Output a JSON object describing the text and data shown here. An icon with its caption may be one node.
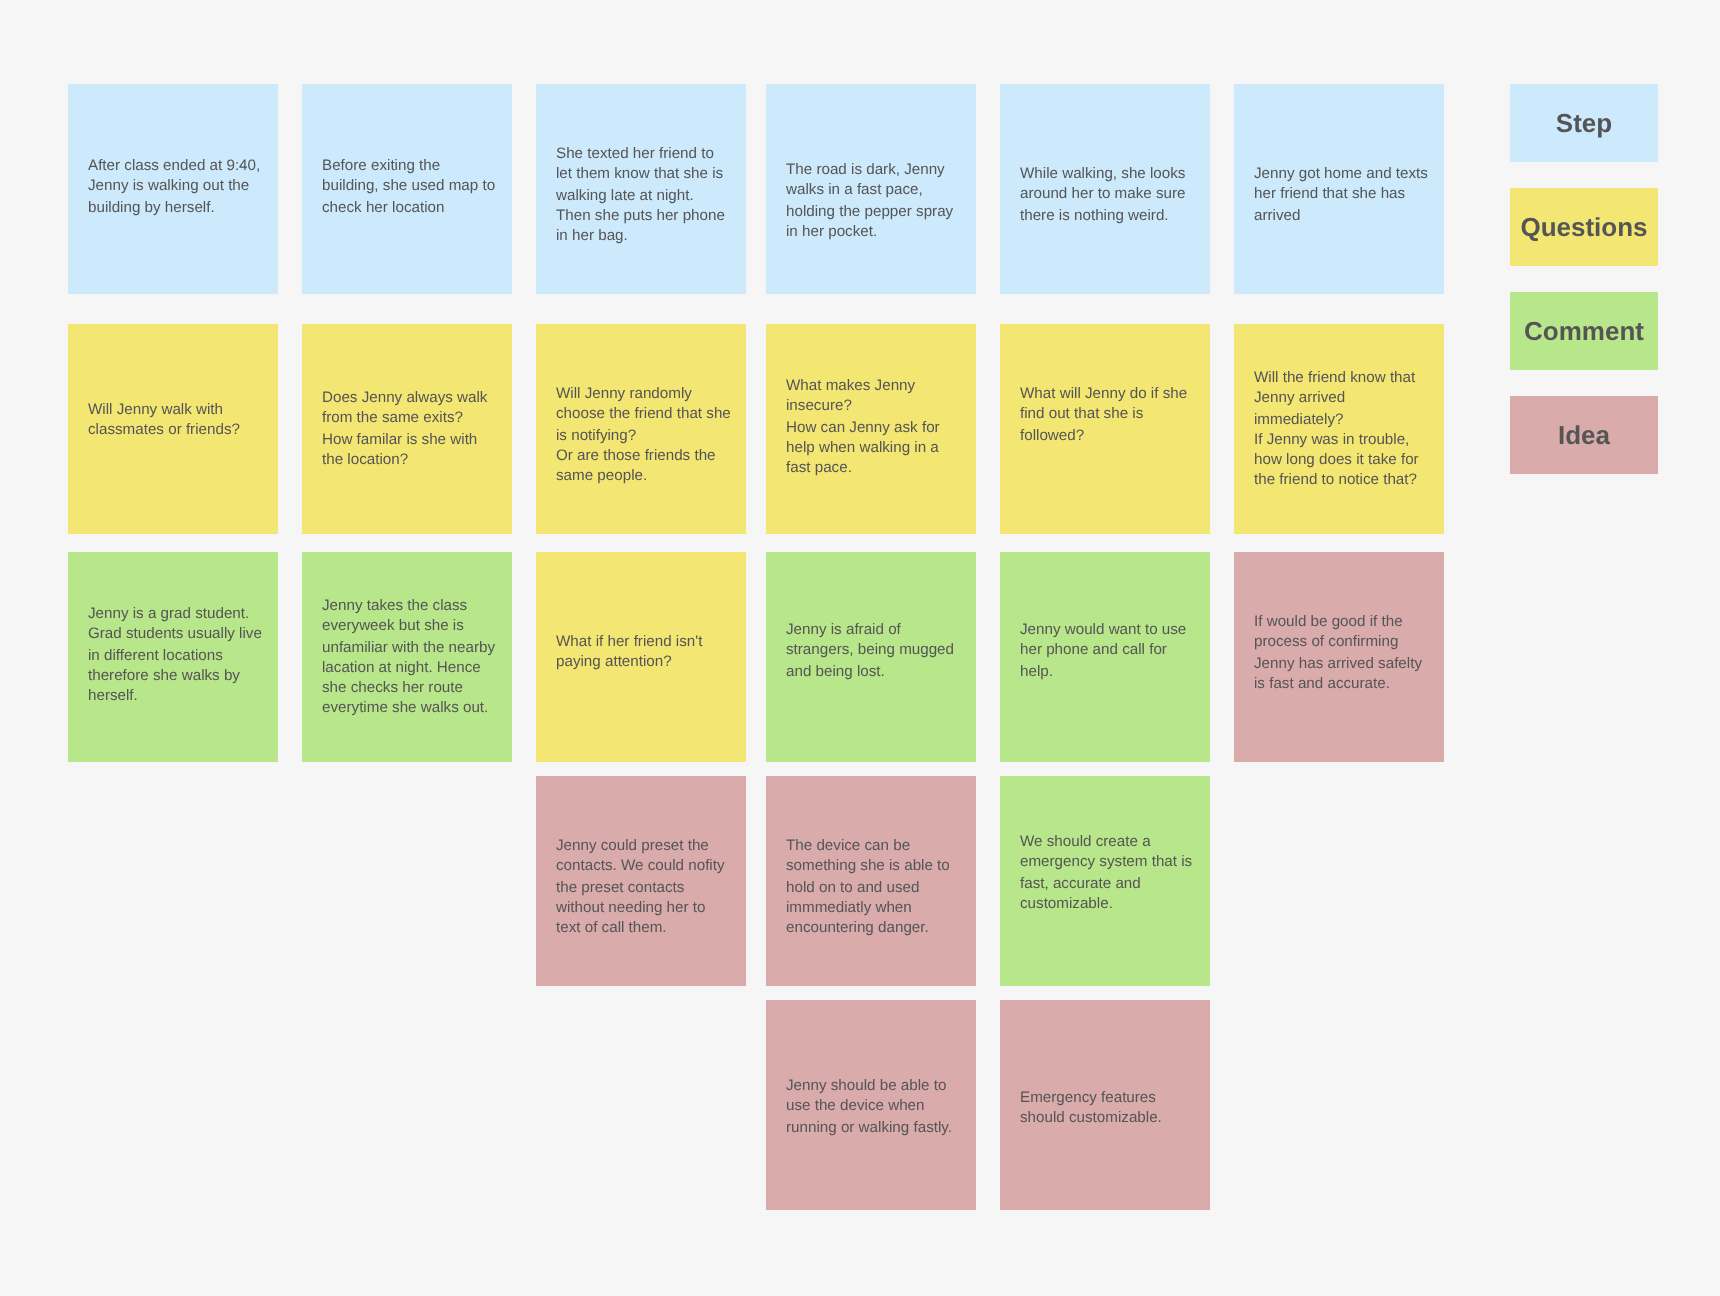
{
  "diagram": {
    "nodes": [
      {
        "text": [
          "After class ended at 9:40, Jenny is walking out the building by herself."
        ]
      },
      {
        "text": [
          "Before exiting the building, she used map to check her location"
        ]
      },
      {
        "text": [
          "She texted her friend to let them know that she is walking late at night.",
          "Then she puts her phone in her bag."
        ]
      },
      {
        "text": [
          "The road is dark, Jenny walks in a fast pace, holding the pepper spray in her pocket."
        ]
      },
      {
        "text": [
          "While walking, she looks around her to make sure there is nothing weird."
        ]
      },
      {
        "text": [
          "Jenny got home and texts her friend that she has arrived"
        ]
      },
      {
        "text": [
          "Will Jenny walk with classmates or friends?"
        ]
      },
      {
        "text": [
          "Does Jenny always walk from the same exits?",
          "How familar is she with the location?"
        ]
      },
      {
        "text": [
          "Will Jenny randomly choose the friend that she is notifying?",
          "Or are those friends the same people."
        ]
      },
      {
        "text": [
          "What makes Jenny insecure?",
          "How can Jenny ask for help when walking in a fast pace."
        ]
      },
      {
        "text": [
          "What will Jenny do if she find out that she is followed?"
        ]
      },
      {
        "text": [
          "Will the friend know that Jenny arrived immediately?",
          "If Jenny was in trouble, how long does it take for the friend to notice that?"
        ]
      },
      {
        "text": [
          "Jenny is a grad student. Grad students usually live in different locations therefore she walks by herself."
        ]
      },
      {
        "text": [
          "Jenny takes the class everyweek but she is unfamiliar with the nearby lacation at night. Hence she checks her route everytime she walks out."
        ]
      },
      {
        "text": [
          "What if her friend isn't paying attention?"
        ]
      },
      {
        "text": [
          "Jenny is afraid of strangers, being mugged and being lost."
        ]
      },
      {
        "text": [
          "Jenny would want to use her phone and call for help."
        ]
      },
      {
        "text": [
          "If would be good if the process of confirming Jenny has arrived safelty is fast and accurate."
        ]
      },
      {
        "text": [
          "Jenny could preset the contacts. We could nofity the preset contacts without needing her to text of call them."
        ]
      },
      {
        "text": [
          "The device can be something she is able to hold on to and used immmediatly when encountering danger."
        ]
      },
      {
        "text": [
          "We should create a emergency system that is fast, accurate and customizable."
        ]
      },
      {
        "text": [
          "Jenny should be able to use the device when running or walking fastly."
        ]
      },
      {
        "text": [
          "Emergency features should customizable."
        ]
      }
    ],
    "legend": [
      {
        "text": "Step",
        "color": "#cdeafc"
      },
      {
        "text": "Questions",
        "color": "#f3e672"
      },
      {
        "text": "Comment",
        "color": "#b8e68a"
      },
      {
        "text": "Idea",
        "color": "#d9abab"
      }
    ]
  }
}
